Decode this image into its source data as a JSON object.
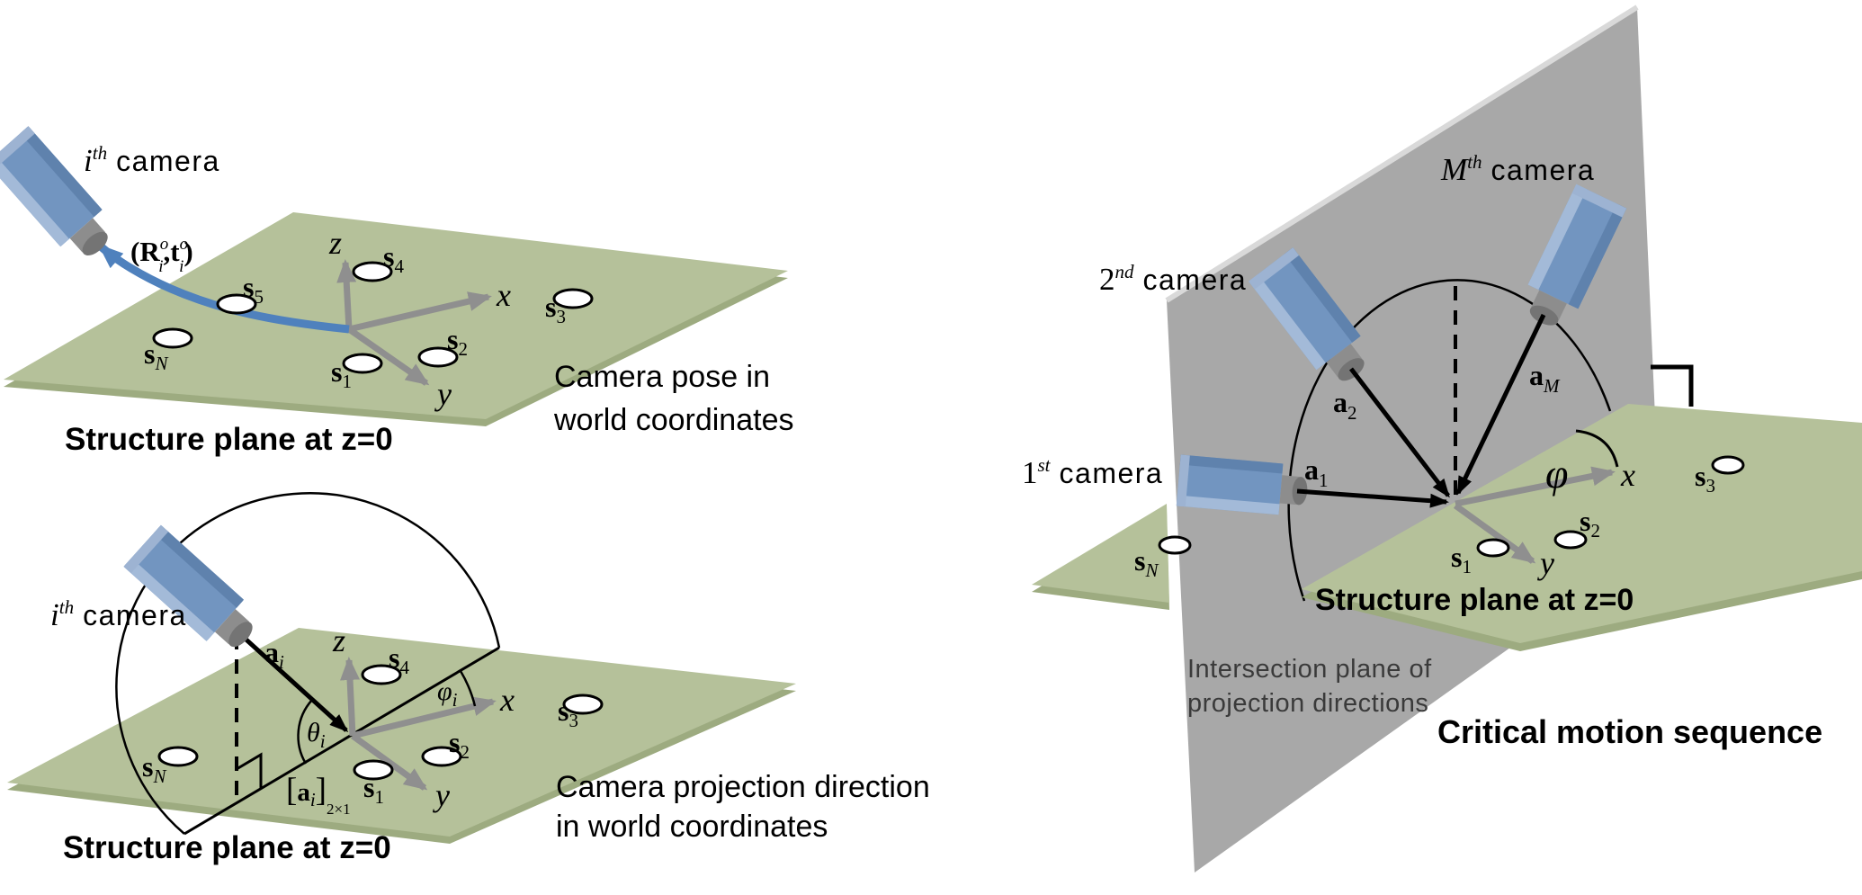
{
  "colors": {
    "plane_green": "#b5c19a",
    "plane_green_edge": "#9dab80",
    "plane_gray": "#a8a8a8",
    "plane_gray_edge": "#d9d9d9",
    "camera_blue": "#7295c0",
    "camera_blue_light": "#a3bad8",
    "camera_blue_dark": "#5f82ad",
    "lens_gray": "#8d8d8d",
    "axis_gray": "#8f8f8f",
    "arrow_blue": "#4f81bd",
    "point_fill": "#ffffff",
    "black": "#000000",
    "intersection_text": "#3a3a3a"
  },
  "diagram1": {
    "camera_label": {
      "base": "i",
      "sup": "th",
      "word": "camera"
    },
    "pose_label": {
      "p1": "(R",
      "sup1": "o",
      "sub1": "i",
      "p2": ",t",
      "sup2": "o",
      "sub2": "i",
      "p3": ")"
    },
    "axes": {
      "x": "x",
      "y": "y",
      "z": "z"
    },
    "points": {
      "s1": {
        "base": "s",
        "sub": "1"
      },
      "s2": {
        "base": "s",
        "sub": "2"
      },
      "s3": {
        "base": "s",
        "sub": "3"
      },
      "s4": {
        "base": "s",
        "sub": "4"
      },
      "s5": {
        "base": "s",
        "sub": "5"
      },
      "sN": {
        "base": "s",
        "sub": "N"
      }
    },
    "caption": "Structure plane at z=0",
    "description": [
      "Camera pose in",
      "world coordinates"
    ]
  },
  "diagram2": {
    "camera_label": {
      "base": "i",
      "sup": "th",
      "word": "camera"
    },
    "a_label": {
      "base": "a",
      "sub": "i"
    },
    "theta_label": {
      "base": "θ",
      "sub": "i"
    },
    "phi_label": {
      "base": "φ",
      "sub": "i"
    },
    "proj_label": {
      "open": "[",
      "a": "a",
      "sub": "i",
      "close": "]",
      "dims": "2×1"
    },
    "axes": {
      "x": "x",
      "y": "y",
      "z": "z"
    },
    "points": {
      "s1": {
        "base": "s",
        "sub": "1"
      },
      "s2": {
        "base": "s",
        "sub": "2"
      },
      "s3": {
        "base": "s",
        "sub": "3"
      },
      "s4": {
        "base": "s",
        "sub": "4"
      },
      "sN": {
        "base": "s",
        "sub": "N"
      }
    },
    "caption": "Structure plane at z=0",
    "description": [
      "Camera projection direction",
      "in world coordinates"
    ]
  },
  "diagram3": {
    "camera1_label": {
      "base": "1",
      "sup": "st",
      "word": "camera"
    },
    "camera2_label": {
      "base": "2",
      "sup": "nd",
      "word": "camera"
    },
    "cameraM_label": {
      "base": "M",
      "sup": "th",
      "word": "camera"
    },
    "a1": {
      "base": "a",
      "sub": "1"
    },
    "a2": {
      "base": "a",
      "sub": "2"
    },
    "aM": {
      "base": "a",
      "sub": "M"
    },
    "phi": "φ",
    "axes": {
      "x": "x",
      "y": "y"
    },
    "points": {
      "s1": {
        "base": "s",
        "sub": "1"
      },
      "s2": {
        "base": "s",
        "sub": "2"
      },
      "s3": {
        "base": "s",
        "sub": "3"
      },
      "sN": {
        "base": "s",
        "sub": "N"
      }
    },
    "caption": "Structure plane at z=0",
    "plane_label": [
      "Intersection plane  of",
      "projection directions"
    ],
    "title": "Critical motion sequence"
  }
}
